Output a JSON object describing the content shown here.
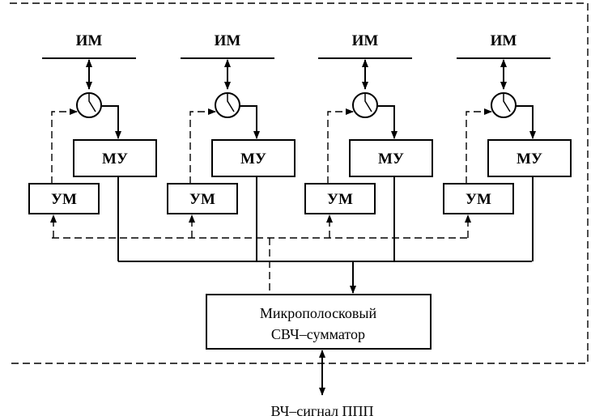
{
  "diagram": {
    "channels": [
      {
        "im_label": "ИМ",
        "mu_label": "МУ",
        "um_label": "УМ"
      },
      {
        "im_label": "ИМ",
        "mu_label": "МУ",
        "um_label": "УМ"
      },
      {
        "im_label": "ИМ",
        "mu_label": "МУ",
        "um_label": "УМ"
      },
      {
        "im_label": "ИМ",
        "mu_label": "МУ",
        "um_label": "УМ"
      }
    ],
    "combiner": {
      "line1": "Микрополосковый",
      "line2": "СВЧ–сумматор"
    },
    "output_label": "ВЧ–сигнал ППП"
  }
}
